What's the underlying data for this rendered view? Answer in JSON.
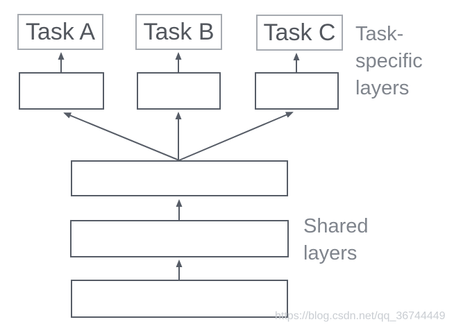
{
  "diagram": {
    "type": "multi-task-learning-architecture",
    "task_boxes": [
      {
        "label": "Task A"
      },
      {
        "label": "Task B"
      },
      {
        "label": "Task C"
      }
    ],
    "task_specific_layer_boxes": [
      {
        "label": ""
      },
      {
        "label": ""
      },
      {
        "label": ""
      }
    ],
    "shared_layer_boxes": [
      {
        "label": ""
      },
      {
        "label": ""
      },
      {
        "label": ""
      }
    ],
    "labels": {
      "task_specific": "Task-\nspecific\nlayers",
      "shared": "Shared\nlayers"
    },
    "watermark": "https://blog.csdn.net/qq_36744449",
    "colors": {
      "background": "#ffffff",
      "task_box_border": "#a6aab0",
      "layer_box_border": "#565c66",
      "arrow": "#565c66",
      "task_text": "#53575e",
      "label_text": "#7f848c",
      "watermark_text": "#c9cdd2"
    }
  }
}
